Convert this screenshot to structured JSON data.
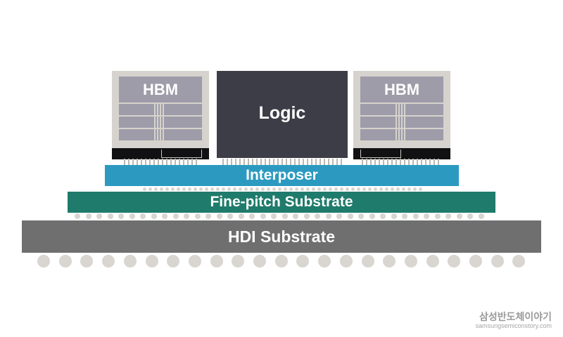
{
  "hbm_left": {
    "label": "HBM"
  },
  "logic": {
    "label": "Logic"
  },
  "hbm_right": {
    "label": "HBM"
  },
  "interposer": {
    "label": "Interposer"
  },
  "fine_pitch": {
    "label": "Fine-pitch Substrate"
  },
  "hdi": {
    "label": "HDI Substrate"
  },
  "watermark": {
    "korean": "삼성반도체이야기",
    "url": "samsungsemiconstory.com"
  },
  "colors": {
    "hbm_body": "#d6d2cd",
    "hbm_die": "#9e9ca9",
    "logic": "#3d3d47",
    "interposer": "#2c9ac0",
    "fine_pitch": "#1f7b6b",
    "hdi": "#6f6f70",
    "bumps": "#d9d5d0"
  }
}
